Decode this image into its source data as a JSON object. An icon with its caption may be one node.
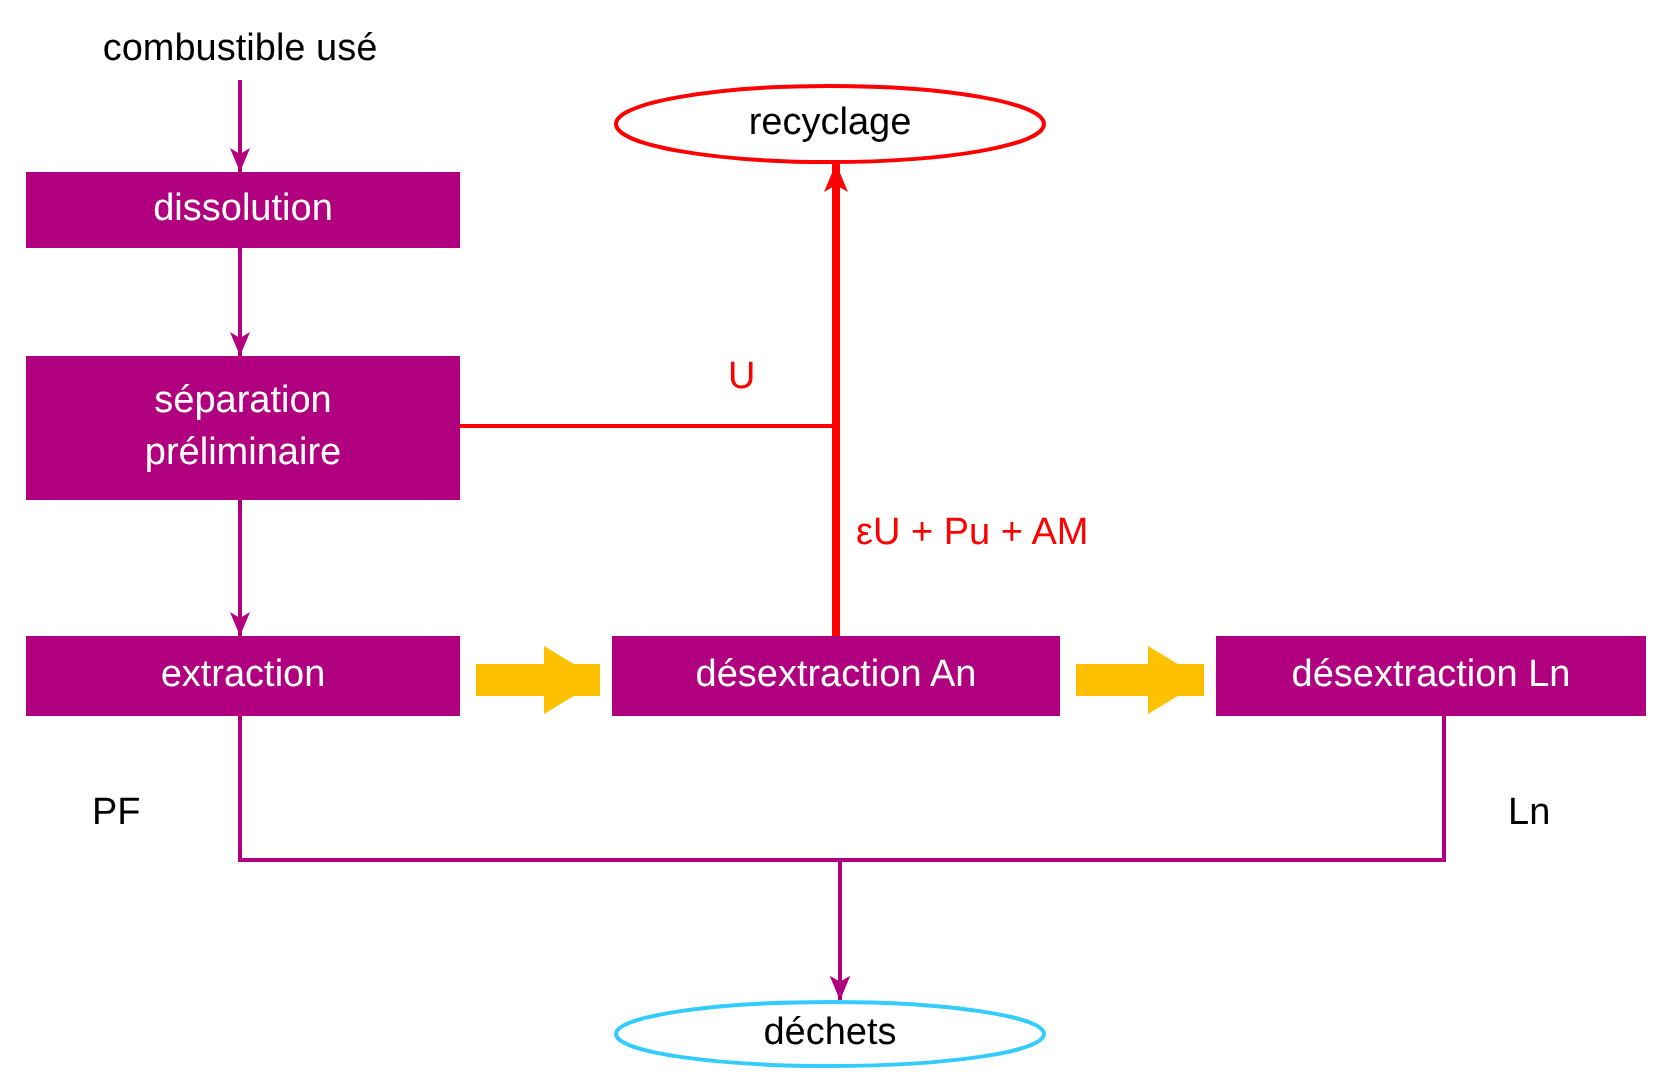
{
  "diagram": {
    "nodes": [
      {
        "text": [
          "combustible usé"
        ]
      },
      {
        "text": [
          "dissolution"
        ]
      },
      {
        "text": [
          "séparation préliminaire"
        ]
      },
      {
        "text": [
          "extraction"
        ]
      },
      {
        "text": [
          "désextraction An"
        ]
      },
      {
        "text": [
          "désextraction Ln"
        ]
      },
      {
        "text": [
          "recyclage"
        ]
      },
      {
        "text": [
          "déchets"
        ]
      }
    ],
    "edges": [
      {
        "from": 0,
        "to": 1,
        "arrow": "to"
      },
      {
        "from": 1,
        "to": 2,
        "arrow": "to"
      },
      {
        "from": 2,
        "to": 3,
        "arrow": "to"
      },
      {
        "from": 2,
        "to": 6,
        "arrow": "to",
        "label": "U",
        "color": "#ff0000"
      },
      {
        "from": 4,
        "to": 6,
        "arrow": "to",
        "label": "εU + Pu + AM",
        "style": "thick",
        "color": "#ff0000"
      },
      {
        "from": 3,
        "to": 4,
        "arrow": "to",
        "style": "thick",
        "color": "#ffc000"
      },
      {
        "from": 4,
        "to": 5,
        "arrow": "to",
        "style": "thick",
        "color": "#ffc000"
      },
      {
        "from": 3,
        "to": 7,
        "arrow": "to",
        "label": "PF"
      },
      {
        "from": 5,
        "to": 7,
        "arrow": "to",
        "label": "Ln"
      }
    ]
  }
}
